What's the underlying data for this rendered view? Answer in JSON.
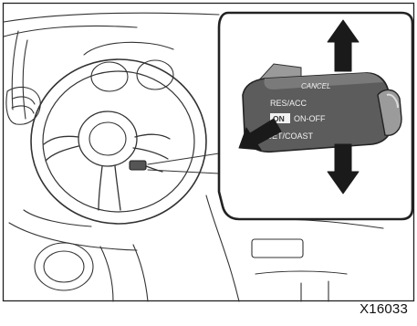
{
  "figure": {
    "id_label": "X16033"
  },
  "lever": {
    "top_label": "CANCEL",
    "row1": "RES/ACC",
    "row2_badge": "ON",
    "row2_text": "ON-OFF",
    "row3": "SET/COAST"
  }
}
